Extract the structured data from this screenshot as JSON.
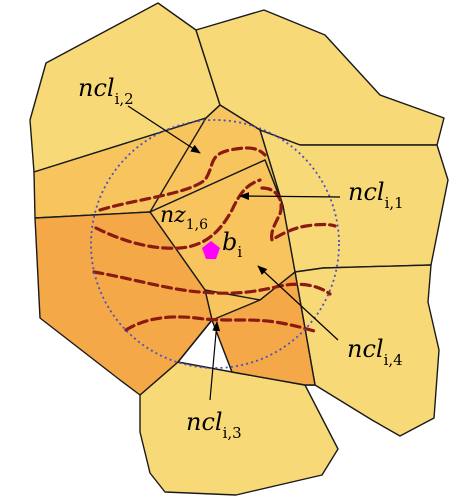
{
  "colors": {
    "light": "#f8d978",
    "mid": "#f8c45e",
    "dark": "#f5a848",
    "marker": "#ff00ff",
    "contour": "#8a1a12",
    "circle": "#4a4fc0"
  },
  "labels": {
    "ncl_i2": {
      "main": "ncl",
      "sub": "i,2"
    },
    "ncl_i1": {
      "main": "ncl",
      "sub": "i,1"
    },
    "ncl_i4": {
      "main": "ncl",
      "sub": "i,4"
    },
    "ncl_i3": {
      "main": "ncl",
      "sub": "i,3"
    },
    "nz_16": {
      "main": "nz",
      "sub": "1,6"
    },
    "b_i": {
      "main": "b",
      "sub": "i"
    }
  },
  "icons": {
    "marker": "pentagon-marker-icon",
    "arrowhead": "arrowhead-icon"
  }
}
